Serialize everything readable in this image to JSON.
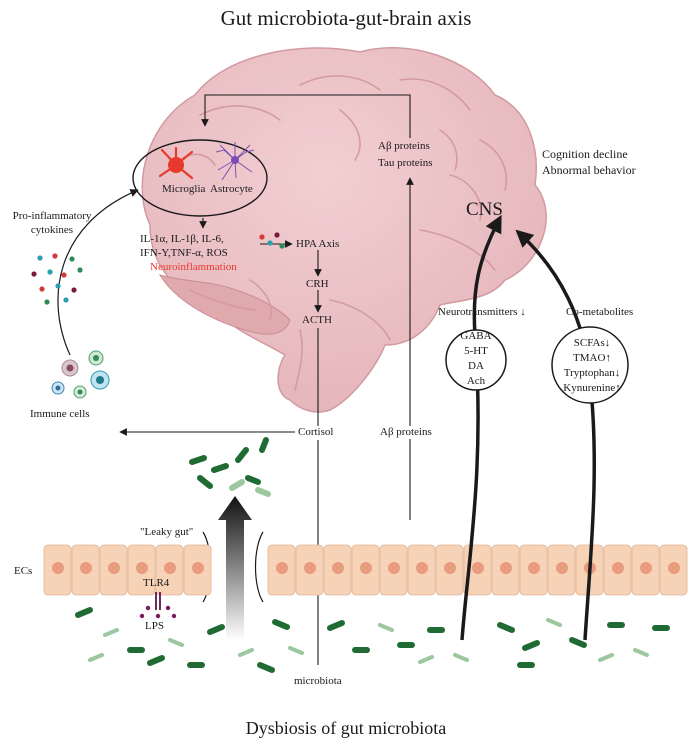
{
  "title": "Gut microbiota-gut-brain axis",
  "footer": "Dysbiosis of gut microbiota",
  "brain": {
    "microglia": "Microglia",
    "astrocyte": "Astrocyte",
    "cytokines_line1": "IL-1α, IL-1β, IL-6,",
    "cytokines_line2": "IFN-Y,TNF-α, ROS",
    "neuroinflammation": "Neuroinflammation",
    "hpa_axis": "HPA Axis",
    "crh": "CRH",
    "acth": "ACTH",
    "abeta_proteins": "Aβ proteins",
    "tau_proteins": "Tau proteins",
    "cns": "CNS"
  },
  "outcomes": {
    "line1": "Cognition decline",
    "line2": "Abnormal behavior"
  },
  "left": {
    "proinflammatory_line1": "Pro-inflammatory",
    "proinflammatory_line2": "cytokines",
    "immune_cells": "Immune cells"
  },
  "middle": {
    "cortisol": "Cortisol",
    "abeta_proteins_lower": "Aβ proteins",
    "leaky_gut": "\"Leaky gut\"",
    "tlr4": "TLR4",
    "lps": "LPS",
    "ecs": "ECs",
    "microbiota": "microbiota"
  },
  "neurotransmitters": {
    "label": "Neurotransmitters",
    "items": [
      "GABA",
      "5-HT",
      "DA",
      "Ach"
    ]
  },
  "cometabolites": {
    "label": "Co-metabolites",
    "items": [
      "SCFAs",
      "TMAO",
      "Tryptophan",
      "Kynurenine"
    ]
  },
  "colors": {
    "brain": "#ecc3c6",
    "brain_dark": "#d7a3a8",
    "neuroinflammation": "#e8392c",
    "bacteria_dark": "#1f6b33",
    "bacteria_light": "#9cc79f",
    "epithelium": "#f6d2b6",
    "nucleus": "#e99b7d"
  }
}
